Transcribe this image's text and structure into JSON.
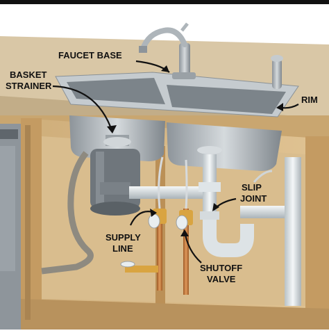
{
  "labels": {
    "faucet_base": "FAUCET BASE",
    "basket_strainer_line1": "BASKET",
    "basket_strainer_line2": "STRAINER",
    "rim": "RIM",
    "slip_joint_line1": "SLIP",
    "slip_joint_line2": "JOINT",
    "supply_line_line1": "SUPPLY",
    "supply_line_line2": "LINE",
    "shutoff_valve_line1": "SHUTOFF",
    "shutoff_valve_line2": "VALVE"
  },
  "colors": {
    "countertop": "#d9c7a6",
    "cabinet": "#d8b987",
    "cabinet_dark": "#b8925d",
    "sink_steel": "#b9bfc4",
    "pipe_white": "#e9eef0",
    "copper": "#c77a3a",
    "brass": "#d9a441"
  }
}
